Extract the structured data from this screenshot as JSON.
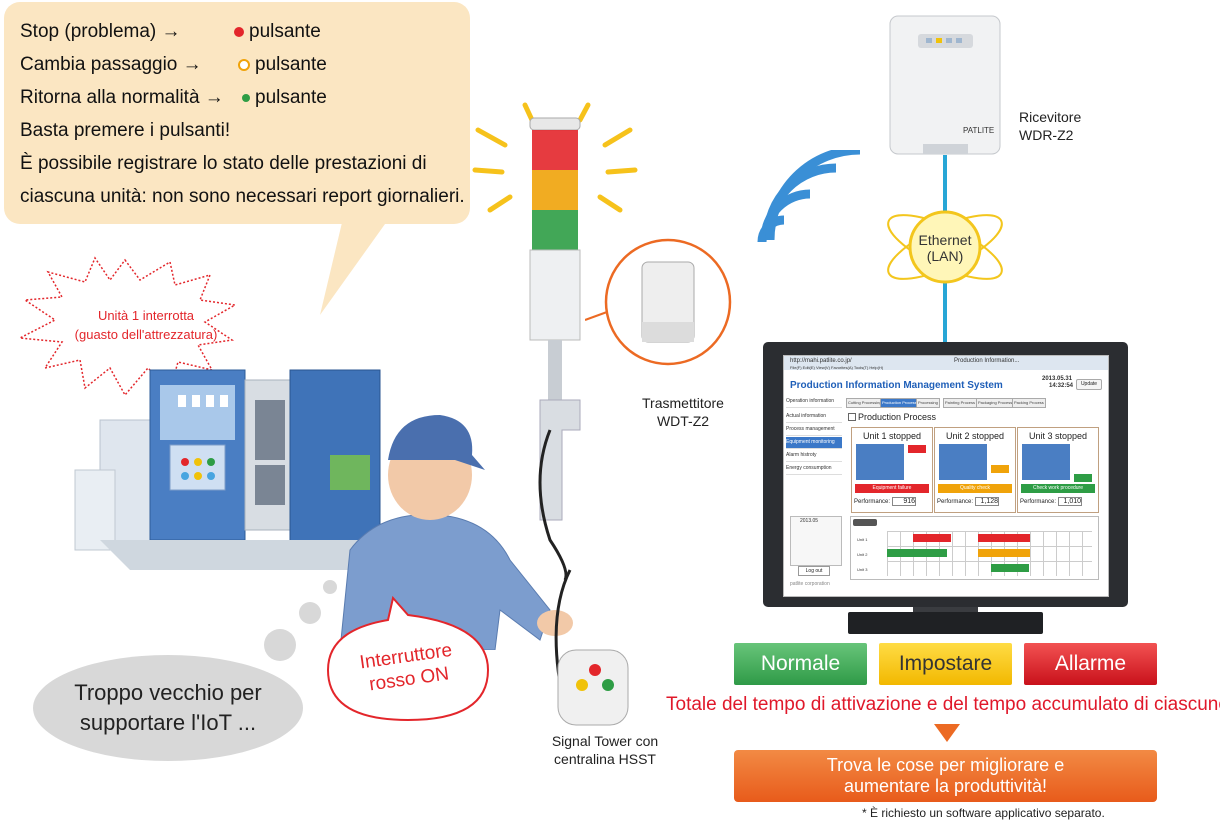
{
  "speech_bubble": {
    "lines": [
      "Stop (problema) →",
      "Cambia passaggio →",
      "Ritorna alla normalità →",
      "Basta premere i pulsanti!",
      "È possibile registrare lo stato delle prestazioni di",
      "ciascuna unità: non sono necessari report giornalieri."
    ],
    "button_word": "pulsante"
  },
  "alert_burst": {
    "line1": "Unità 1 interrotta",
    "line2": "(guasto dell'attrezzatura)"
  },
  "operator_bubble": {
    "line1": "Interruttore",
    "line2": "rosso ON"
  },
  "thought_bubble": {
    "line1": "Troppo vecchio per",
    "line2": "supportare l'IoT ..."
  },
  "transmitter_label": {
    "line1": "Trasmettitore",
    "line2": "WDT-Z2"
  },
  "receiver_label": {
    "line1": "Ricevitore",
    "line2": "WDR-Z2",
    "brand": "PATLITE"
  },
  "ethernet_label": {
    "line1": "Ethernet",
    "line2": "(LAN)"
  },
  "signal_tower_label": {
    "line1": "Signal Tower con",
    "line2": "centralina HSST"
  },
  "status_buttons": {
    "normal": "Normale",
    "set": "Impostare",
    "alarm": "Allarme"
  },
  "total_text": "Totale del tempo di attivazione e del tempo accumulato di ciascuno.",
  "improve_box": {
    "line1": "Trova le cose per migliorare e",
    "line2": "aumentare la produttività!"
  },
  "footnote": "* È richiesto un software applicativo separato.",
  "screen": {
    "url": "http://mahi.patlite.co.jp/",
    "browser_tab": "Production Information...",
    "menu_bar": "File(F)  Edit(E)  View(V)  Favorites(A)  Tools(T)  Help(H)",
    "app_title": "Production Information Management System",
    "date": "2013.05.31",
    "time": "14:32:54",
    "update_button": "Update",
    "sidebar": [
      "Operation information",
      "Actual information",
      "Process management",
      "Equipment monitoring",
      "Alarm histroty",
      "Energy consumption"
    ],
    "tabs": [
      "Cutting Processing",
      "Production Process",
      "Processing",
      "Painting Process",
      "Packaging Process",
      "Packing Process"
    ],
    "section_title": "Production Process",
    "units": [
      {
        "title": "Unit 1 stopped",
        "status": "Equipment failure",
        "performance": "916",
        "status_color": "#e3262b"
      },
      {
        "title": "Unit 2 stopped",
        "status": "Quality check",
        "performance": "1,128",
        "status_color": "#f0a30a"
      },
      {
        "title": "Unit 3 stopped",
        "status": "Check work procedure",
        "performance": "1,010",
        "status_color": "#2e9d45"
      }
    ],
    "performance_label": "Performance:",
    "chart_rows": [
      "Unit 1",
      "Unit 2",
      "Unit 3"
    ],
    "calendar_title": "2013.05",
    "logout": "Log out",
    "footer": "patlite corporation"
  },
  "colors": {
    "red": "#e3262b",
    "yellow": "#f0a30a",
    "green": "#2e9d45",
    "accent_orange": "#ec6a23",
    "bubble": "#fbe6c2"
  }
}
